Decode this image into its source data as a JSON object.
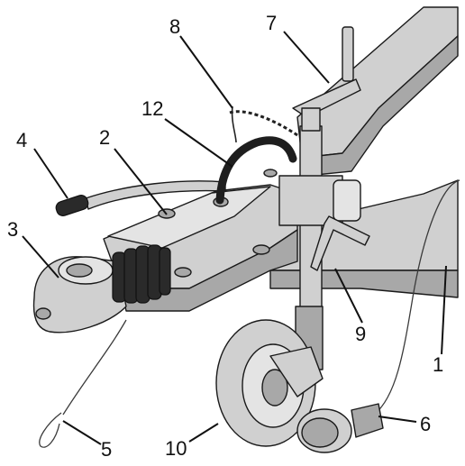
{
  "callouts": [
    {
      "id": "1",
      "label": "1"
    },
    {
      "id": "2",
      "label": "2"
    },
    {
      "id": "3",
      "label": "3"
    },
    {
      "id": "4",
      "label": "4"
    },
    {
      "id": "5",
      "label": "5"
    },
    {
      "id": "6",
      "label": "6"
    },
    {
      "id": "7",
      "label": "7"
    },
    {
      "id": "8",
      "label": "8"
    },
    {
      "id": "9",
      "label": "9"
    },
    {
      "id": "10",
      "label": "10"
    },
    {
      "id": "12",
      "label": "12"
    }
  ],
  "colors": {
    "metal": "#d0d0d0",
    "metal_dark": "#a8a8a8",
    "bellows": "#2a2a2a",
    "outline": "#1a1a1a"
  }
}
